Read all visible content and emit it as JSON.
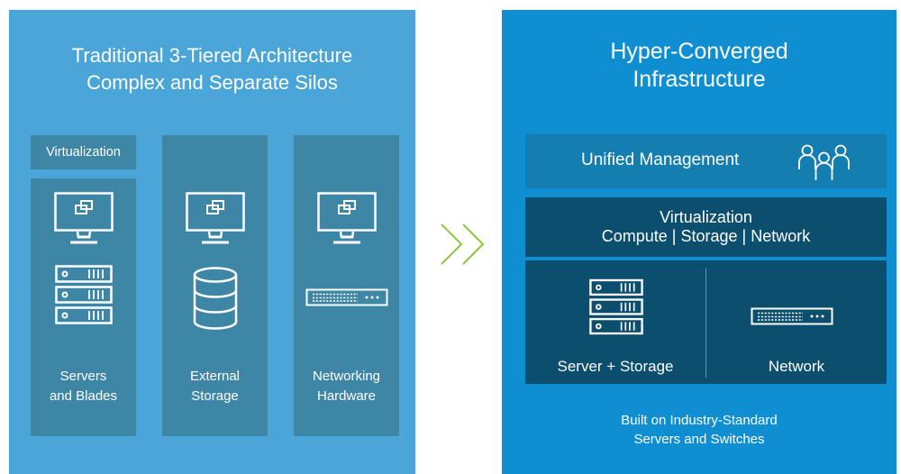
{
  "left_panel": {
    "title_line1": "Traditional 3-Tiered Architecture",
    "title_line2": "Complex and Separate Silos",
    "virtualization_tag": "Virtualization",
    "columns": [
      {
        "line1": "Servers",
        "line2": "and Blades"
      },
      {
        "line1": "External",
        "line2": "Storage"
      },
      {
        "line1": "Networking",
        "line2": "Hardware"
      }
    ]
  },
  "right_panel": {
    "title_line1": "Hyper-Converged",
    "title_line2": "Infrastructure",
    "management_label": "Unified Management",
    "virtualization_line1": "Virtualization",
    "virtualization_line2": "Compute | Storage | Network",
    "server_storage_label": "Server + Storage",
    "network_label": "Network",
    "footer_line1": "Built on Industry-Standard",
    "footer_line2": "Servers and Switches"
  },
  "icons": [
    "monitor-icon",
    "server-rack-icon",
    "database-icon",
    "network-switch-icon",
    "users-icon",
    "double-chevron-right-icon"
  ],
  "colors": {
    "left_panel": "#4aa6d8",
    "left_column": "#3e86a6",
    "right_panel": "#0f8fd1",
    "management_bar": "#147eb1",
    "dark_bar": "#0b4e6e",
    "arrow": "#8cc63f"
  }
}
